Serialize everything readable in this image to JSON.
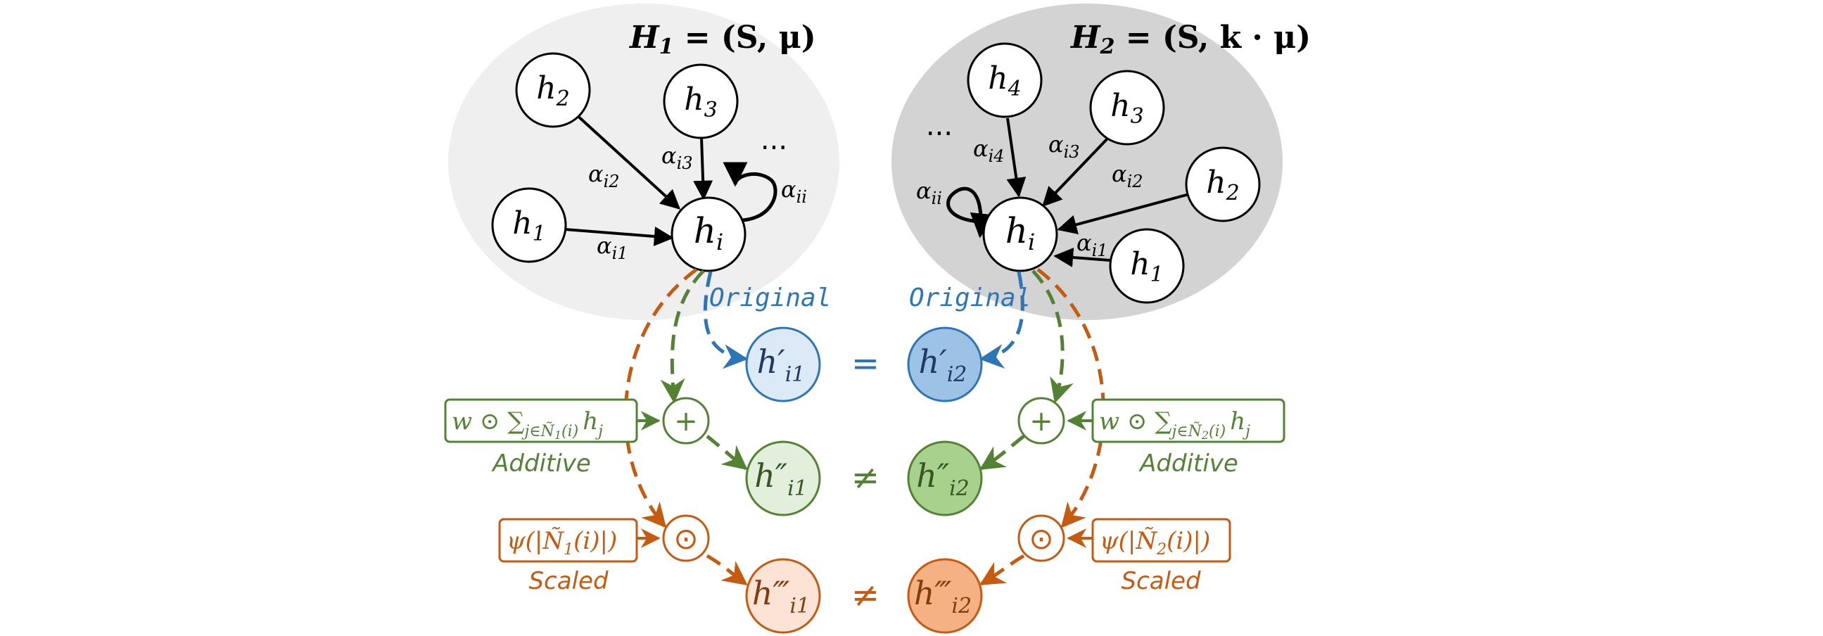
{
  "colors": {
    "left_ellipse": "#efefef",
    "right_ellipse": "#d3d3d3",
    "original": "#2e75b6",
    "additive": "#548235",
    "scaled": "#c55a11",
    "orig_fill_left": "#dce9f6",
    "orig_fill_right": "#9cc3e6",
    "add_fill_left": "#e2efda",
    "add_fill_right": "#a9d18e",
    "scl_fill_left": "#fbe3d6",
    "scl_fill_right": "#f4b183"
  },
  "left_graph": {
    "title_var": "H",
    "title_sub": "1",
    "title_rest": " = (S, μ)",
    "center": {
      "var": "h",
      "sub": "i"
    },
    "nodes": [
      {
        "var": "h",
        "sub": "2"
      },
      {
        "var": "h",
        "sub": "3"
      },
      {
        "var": "h",
        "sub": "1"
      }
    ],
    "edges": [
      {
        "sym": "α",
        "sub": "i2"
      },
      {
        "sym": "α",
        "sub": "i3"
      },
      {
        "sym": "α",
        "sub": "i1"
      },
      {
        "sym": "α",
        "sub": "ii"
      }
    ],
    "ellipsis": "..."
  },
  "right_graph": {
    "title_var": "H",
    "title_sub": "2",
    "title_rest": " = (S, k · μ)",
    "center": {
      "var": "h",
      "sub": "i"
    },
    "nodes": [
      {
        "var": "h",
        "sub": "4"
      },
      {
        "var": "h",
        "sub": "3"
      },
      {
        "var": "h",
        "sub": "2"
      },
      {
        "var": "h",
        "sub": "1"
      }
    ],
    "edges": [
      {
        "sym": "α",
        "sub": "i4"
      },
      {
        "sym": "α",
        "sub": "i3"
      },
      {
        "sym": "α",
        "sub": "i2"
      },
      {
        "sym": "α",
        "sub": "i1"
      },
      {
        "sym": "α",
        "sub": "ii"
      }
    ],
    "ellipsis": "..."
  },
  "outputs": {
    "original": {
      "left": "h′",
      "left_sub": "i1",
      "right": "h′",
      "right_sub": "i2",
      "relation": "="
    },
    "additive": {
      "left": "h″",
      "left_sub": "i1",
      "right": "h″",
      "right_sub": "i2",
      "relation": "≠"
    },
    "scaled": {
      "left": "h‴",
      "left_sub": "i1",
      "right": "h‴",
      "right_sub": "i2",
      "relation": "≠"
    }
  },
  "labels": {
    "original_left": "Original",
    "original_right": "Original",
    "additive_left": "Additive",
    "additive_right": "Additive",
    "scaled_left": "Scaled",
    "scaled_right": "Scaled"
  },
  "operators": {
    "plus": "+",
    "odot": "⊙"
  },
  "formulas": {
    "additive_left_main": "w ⊙ ∑",
    "additive_left_sub": "j∈Ñ",
    "additive_left_sub2": "1",
    "additive_left_sub3": "(i)",
    "additive_left_tail": "h",
    "additive_left_tail_sub": "j",
    "additive_right_main": "w ⊙ ∑",
    "additive_right_sub": "j∈Ñ",
    "additive_right_sub2": "2",
    "additive_right_sub3": "(i)",
    "additive_right_tail": "h",
    "additive_right_tail_sub": "j",
    "scaled_left_main": "ψ(|Ñ",
    "scaled_left_sub": "1",
    "scaled_left_tail": "(i)|)",
    "scaled_right_main": "ψ(|Ñ",
    "scaled_right_sub": "2",
    "scaled_right_tail": "(i)|)"
  }
}
